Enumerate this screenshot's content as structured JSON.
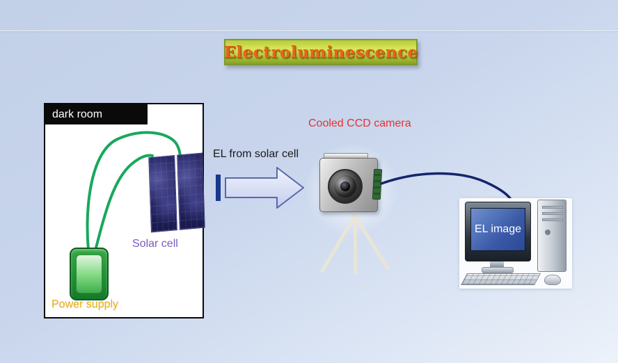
{
  "title": "Electroluminescence",
  "dark_room": {
    "label": "dark room",
    "solar_cell_label": "Solar cell",
    "power_supply_label": "Power supply"
  },
  "arrow": {
    "label": "EL from solar cell"
  },
  "camera": {
    "label": "Cooled CCD camera"
  },
  "computer": {
    "screen_label": "EL image"
  },
  "colors": {
    "background": "#c8d5ec",
    "title_text": "#e8641e",
    "title_banner_green": "#a8c838",
    "camera_label": "#e63232",
    "solar_cell_label": "#7a5abf",
    "power_supply_label": "#ecb21c",
    "wire_green": "#18a85c",
    "cable_navy": "#15246b",
    "arrow_fill": "#ccd4f0"
  }
}
